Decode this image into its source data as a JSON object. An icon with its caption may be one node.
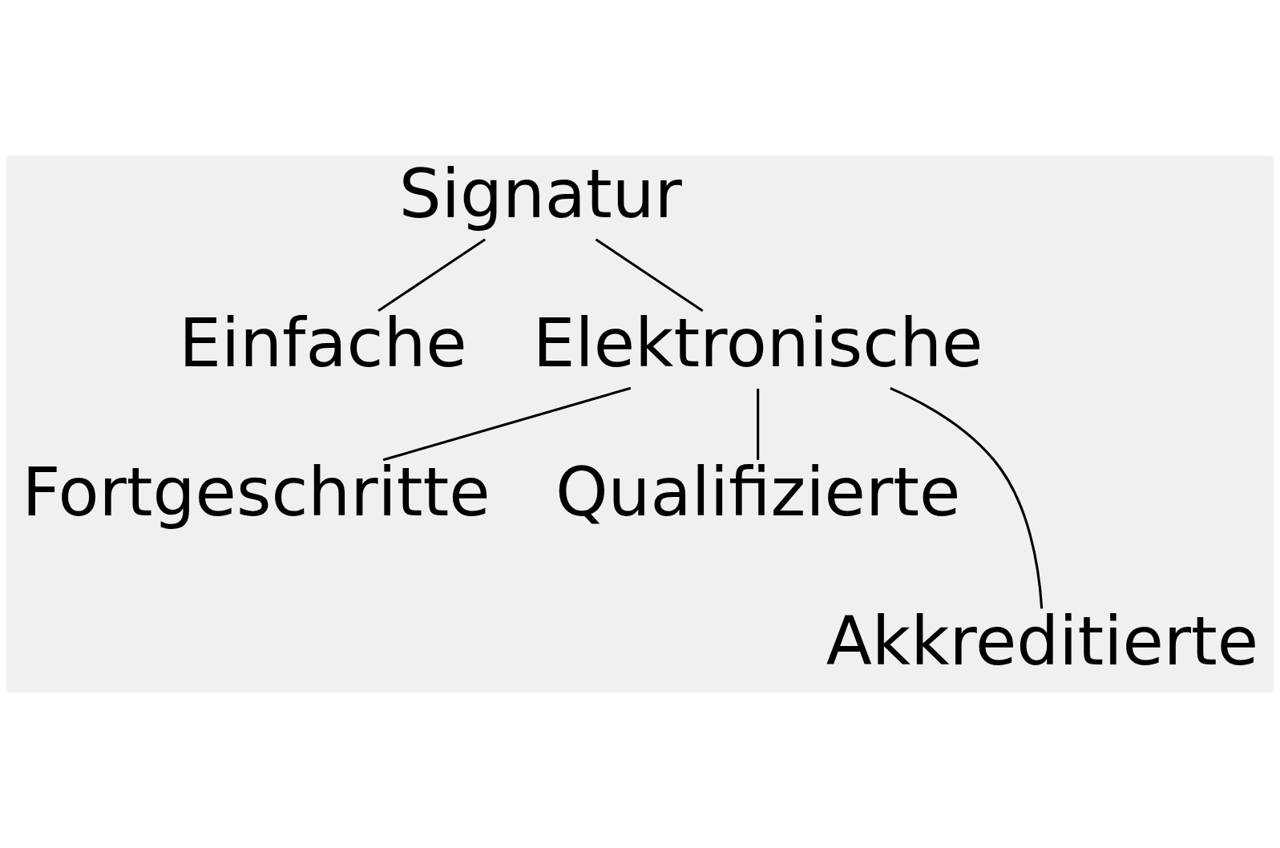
{
  "diagram": {
    "nodes": [
      {
        "text": [
          "Signatur"
        ]
      },
      {
        "text": [
          "Einfache"
        ]
      },
      {
        "text": [
          "Elektronische"
        ]
      },
      {
        "text": [
          "Fortgeschritte"
        ]
      },
      {
        "text": [
          "Qualifizierte"
        ]
      },
      {
        "text": [
          "Akkreditierte"
        ]
      }
    ],
    "edges": [
      {
        "from": 0,
        "to": 1,
        "arrow": "none"
      },
      {
        "from": 0,
        "to": 2,
        "arrow": "none"
      },
      {
        "from": 2,
        "to": 3,
        "arrow": "none"
      },
      {
        "from": 2,
        "to": 4,
        "arrow": "none"
      },
      {
        "from": 2,
        "to": 5,
        "arrow": "none"
      }
    ]
  }
}
